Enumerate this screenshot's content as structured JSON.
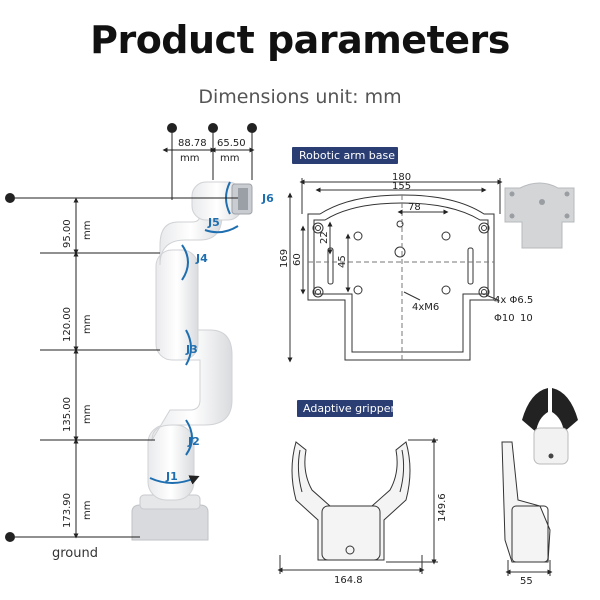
{
  "header": {
    "title": "Product parameters",
    "subtitle": "Dimensions unit: mm"
  },
  "arm": {
    "horizontal_dims": [
      {
        "value": "88.78",
        "unit": "mm"
      },
      {
        "value": "65.50",
        "unit": "mm"
      }
    ],
    "vertical_dims": [
      {
        "value": "95.00",
        "unit": "mm"
      },
      {
        "value": "120.00",
        "unit": "mm"
      },
      {
        "value": "135.00",
        "unit": "mm"
      },
      {
        "value": "173.90",
        "unit": "mm"
      }
    ],
    "joints": [
      "J1",
      "J2",
      "J3",
      "J4",
      "J5",
      "J6"
    ],
    "ground_label": "ground"
  },
  "base": {
    "section_label": "Robotic arm base",
    "dims": {
      "width_outer": "180",
      "width_inner": "155",
      "center": "78",
      "height_left": "169",
      "height_mid": "60",
      "small_22": "22",
      "small_45": "45",
      "screws": "4xM6",
      "holes": "4x Φ6.5",
      "counterbore": "Φ10",
      "depth": "10"
    }
  },
  "gripper": {
    "section_label": "Adaptive gripper",
    "dims": {
      "width": "164.8",
      "height": "149.6",
      "side_width": "55"
    }
  }
}
